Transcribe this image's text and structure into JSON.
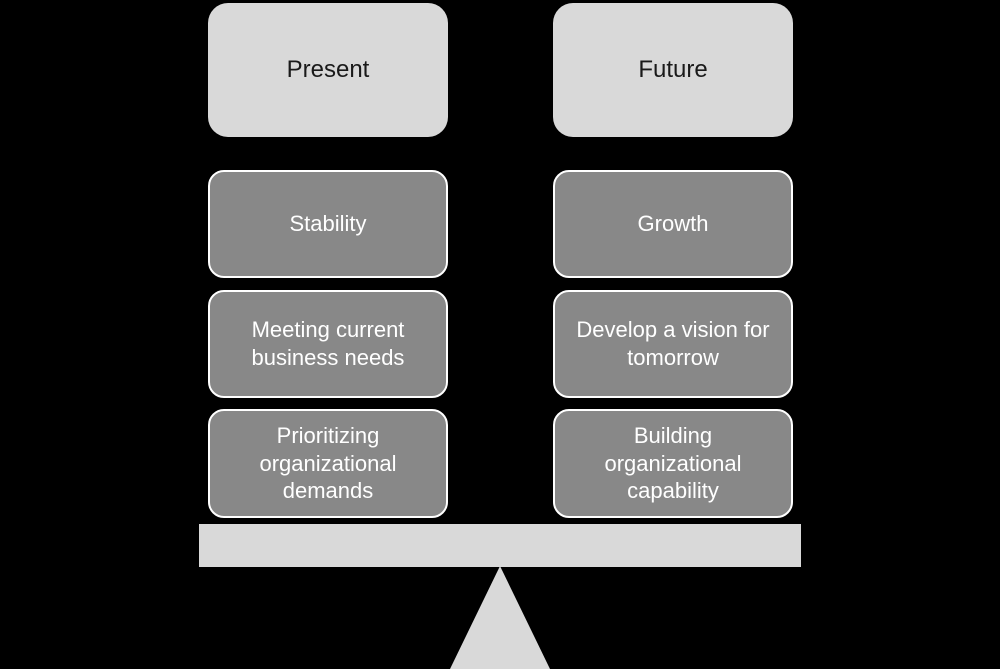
{
  "colors": {
    "background": "#000000",
    "light_box_bg": "#d9d9d9",
    "light_box_text": "#1a1a1a",
    "dark_box_bg": "#888888",
    "dark_box_border": "#ffffff",
    "dark_box_text": "#ffffff",
    "beam_color": "#d9d9d9"
  },
  "diagram": {
    "type": "balance",
    "columns": [
      {
        "header": "Present",
        "items": [
          "Stability",
          "Meeting current business needs",
          "Prioritizing organizational demands"
        ]
      },
      {
        "header": "Future",
        "items": [
          "Growth",
          "Develop a vision for tomorrow",
          "Building organizational capability"
        ]
      }
    ]
  }
}
